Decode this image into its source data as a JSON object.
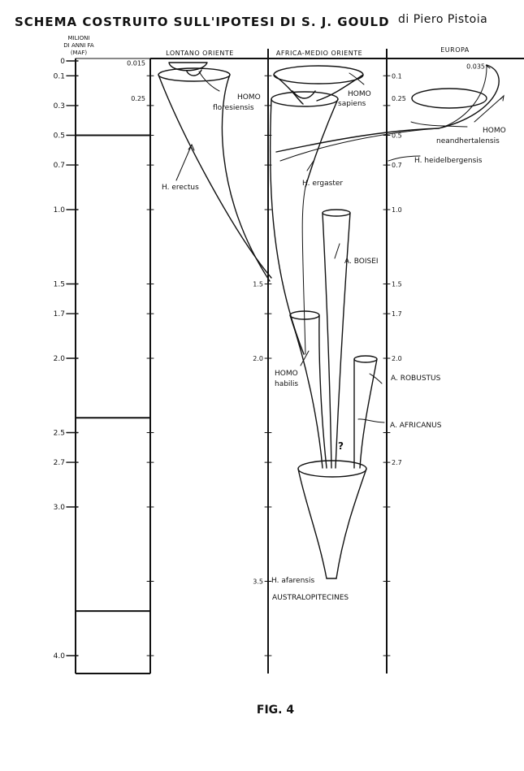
{
  "title": {
    "main": "SCHEMA COSTRUITO SULL'IPOTESI DI S. J. GOULD",
    "author": "di Piero Pistoia"
  },
  "axis": {
    "header_line1": "MILIONI",
    "header_line2": "DI ANNI FA",
    "header_line3": "(MAF)",
    "left_ticks": [
      {
        "value": 0,
        "label": "0"
      },
      {
        "value": 0.1,
        "label": "0.1"
      },
      {
        "value": 0.3,
        "label": "0.3"
      },
      {
        "value": 0.5,
        "label": "0.5"
      },
      {
        "value": 0.7,
        "label": "0.7"
      },
      {
        "value": 1.0,
        "label": "1.0"
      },
      {
        "value": 1.5,
        "label": "1.5"
      },
      {
        "value": 1.7,
        "label": "1.7"
      },
      {
        "value": 2.0,
        "label": "2.0"
      },
      {
        "value": 2.5,
        "label": "2.5"
      },
      {
        "value": 2.7,
        "label": "2.7"
      },
      {
        "value": 3.0,
        "label": "3.0"
      },
      {
        "value": 4.0,
        "label": "4.0"
      }
    ],
    "minor_ticks": [
      0.1,
      0.3,
      0.5,
      0.7,
      1.0,
      1.5,
      1.7,
      2.0,
      2.5,
      2.7,
      3.0,
      3.5,
      4.0
    ],
    "time_bands": [
      0,
      0.5,
      2.4,
      3.7,
      4.0
    ]
  },
  "columns": {
    "far_east": "LONTANO ORIENTE",
    "africa": "AFRICA-MEDIO ORIENTE",
    "europe": "EUROPA"
  },
  "inline_ticks": {
    "far_east": [
      {
        "value": 0.015,
        "label": "0.015"
      },
      {
        "value": 0.25,
        "label": "0.25"
      }
    ],
    "africa": [
      {
        "value": 1.5,
        "label": "1.5"
      },
      {
        "value": 2.0,
        "label": "2.0"
      },
      {
        "value": 3.5,
        "label": "3.5"
      }
    ],
    "europe": [
      {
        "value": 0.1,
        "label": "0.1"
      },
      {
        "value": 0.25,
        "label": "0.25"
      },
      {
        "value": 0.5,
        "label": "0.5"
      },
      {
        "value": 0.7,
        "label": "0.7"
      },
      {
        "value": 1.0,
        "label": "1.0"
      },
      {
        "value": 1.5,
        "label": "1.5"
      },
      {
        "value": 1.7,
        "label": "1.7"
      },
      {
        "value": 2.0,
        "label": "2.0"
      },
      {
        "value": 2.7,
        "label": "2.7"
      }
    ],
    "europe_top": {
      "value": 0.035,
      "label": "0.035"
    }
  },
  "species": {
    "floresiensis_1": "HOMO",
    "floresiensis_2": "floresiensis",
    "sapiens_1": "HOMO",
    "sapiens_2": "sapiens",
    "neanderthalensis_1": "HOMO",
    "neanderthalensis_2": "neandhertalensis",
    "heidelbergensis": "H. heidelbergensis",
    "erectus": "H. erectus",
    "ergaster": "H. ergaster",
    "boisei": "A. BOISEI",
    "habilis_1": "HOMO",
    "habilis_2": "habilis",
    "robustus": "A. ROBUSTUS",
    "africanus": "A. AFRICANUS",
    "question": "?",
    "afarensis": "H. afarensis",
    "australopitecines": "AUSTRALOPITECINES"
  },
  "figure_label": "FIG. 4"
}
